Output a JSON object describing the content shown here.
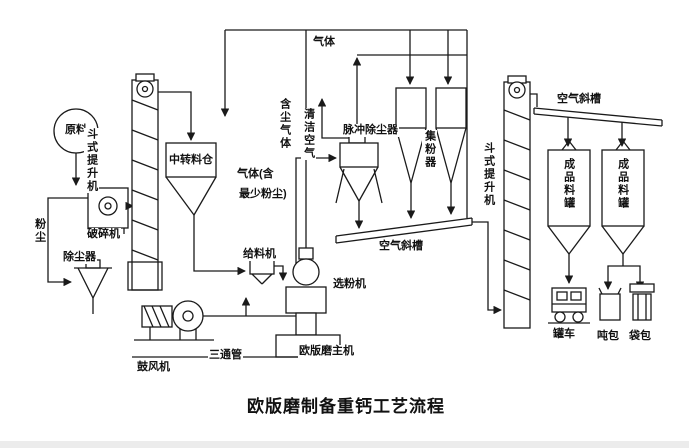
{
  "title": "欧版磨制备重钙工艺流程",
  "labels": {
    "gas_top": "气体",
    "raw_material": "原料",
    "bucket_elevator_left": "斗式提升机",
    "transfer_silo": "中转料仓",
    "crusher": "破碎机",
    "dust": "粉尘",
    "dust_collector": "除尘器",
    "gas_min_dust_line1": "气体(含",
    "gas_min_dust_line2": "最少粉尘)",
    "dusty_gas": "含尘气体",
    "clean_air": "清洁空气",
    "pulse_dust_collector": "脉冲除尘器",
    "powder_collector": "集粉器",
    "air_chute_center": "空气斜槽",
    "feeder": "给料机",
    "classifier": "选粉机",
    "mill_main": "欧版磨主机",
    "tee_pipe": "三通管",
    "blower": "鼓风机",
    "bucket_elevator_right": "斗式提升机",
    "air_chute_right": "空气斜槽",
    "product_tank_left": "成品料罐",
    "product_tank_right": "成品料罐",
    "tank_truck": "罐车",
    "ton_bag": "吨包",
    "bag_pack": "袋包"
  },
  "colors": {
    "line": "#1a1a1a",
    "background": "#ffffff"
  }
}
